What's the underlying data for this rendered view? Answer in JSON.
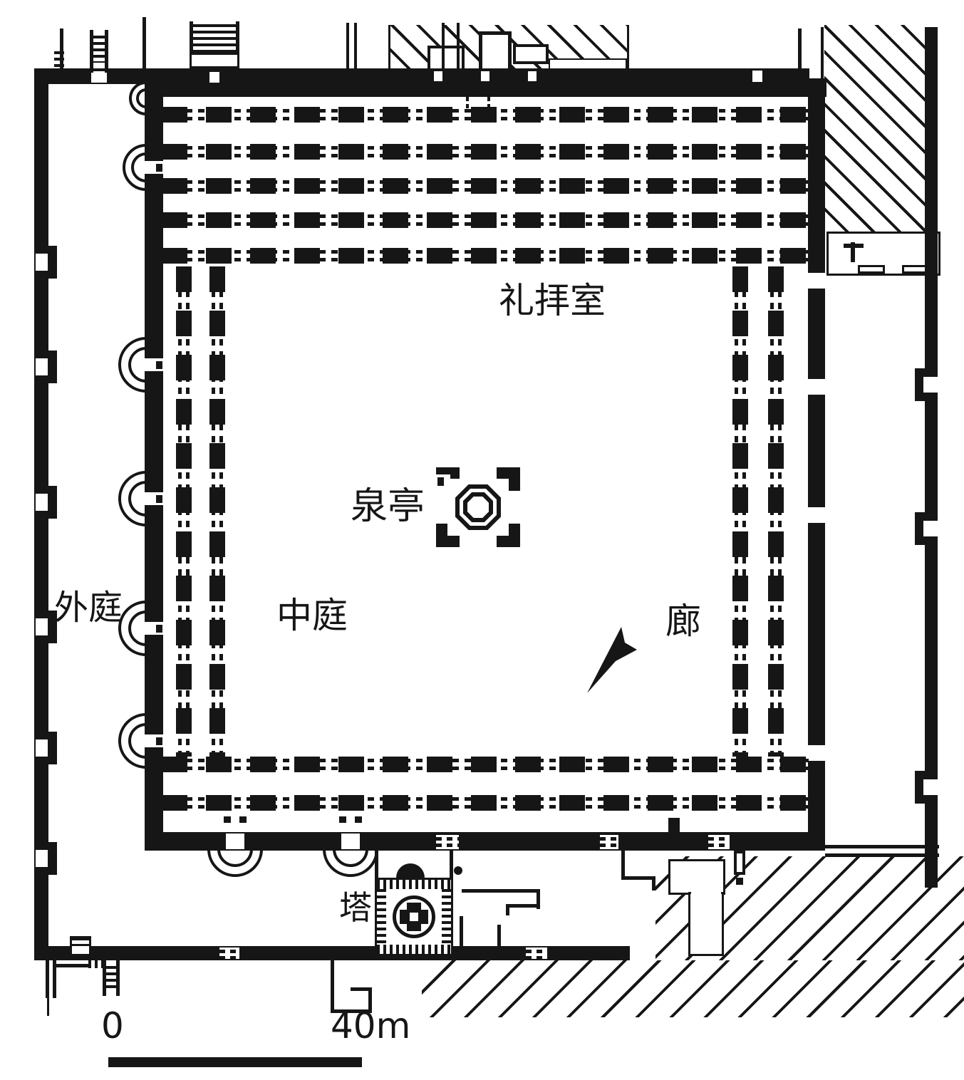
{
  "diagram": {
    "kind": "architectural-floor-plan",
    "labels": {
      "prayer_hall": "礼拝室",
      "fountain_pavilion": "泉亭",
      "central_courtyard": "中庭",
      "outer_courtyard": "外庭",
      "arcade": "廊",
      "tower": "塔"
    },
    "scale_bar": {
      "start_label": "0",
      "end_label": "40m"
    },
    "colors": {
      "ink": "#161616",
      "paper": "#ffffff"
    }
  }
}
